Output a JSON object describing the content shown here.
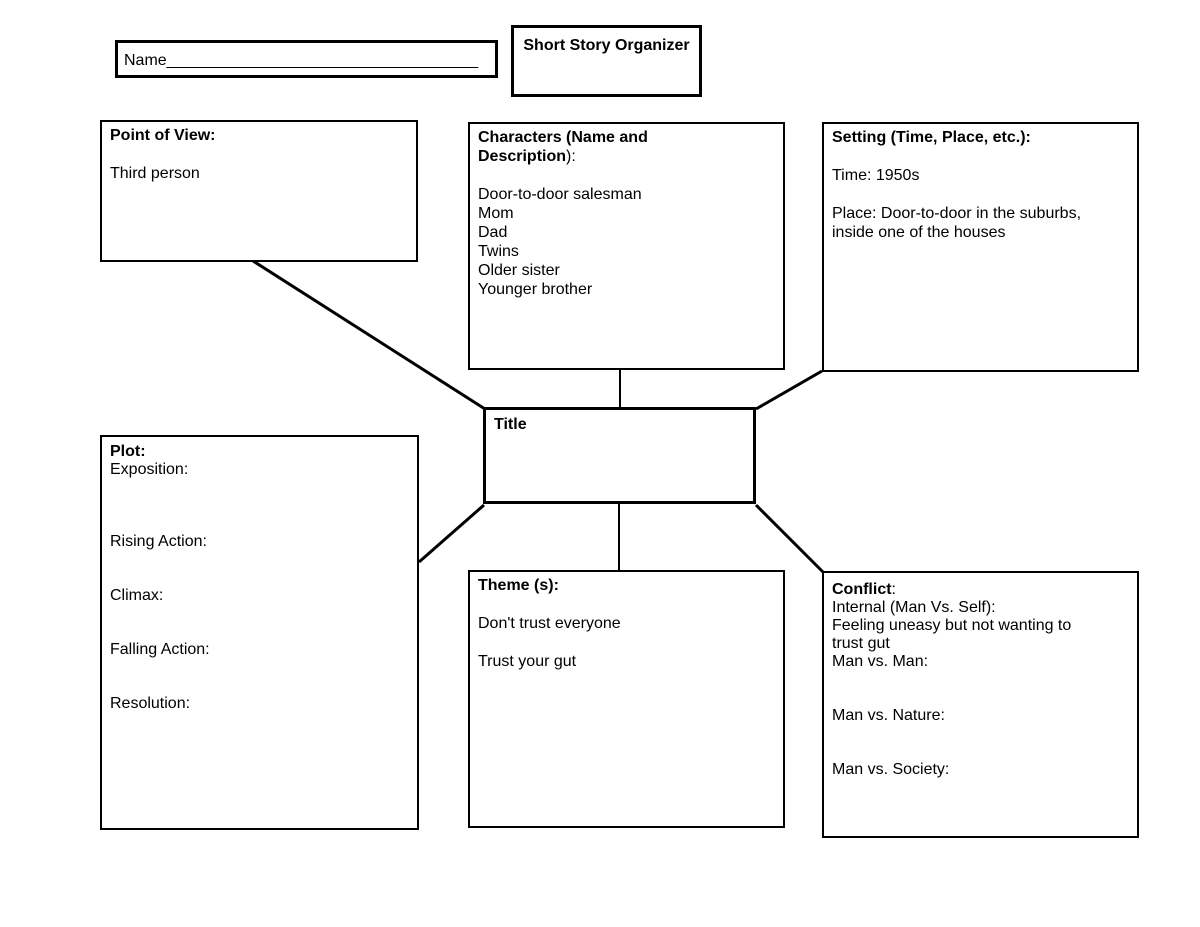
{
  "header": {
    "name_field": "Name___________________________________",
    "organizer_title": "Short Story Organizer"
  },
  "point_of_view": {
    "heading": "Point of View:",
    "value": "Third person"
  },
  "characters": {
    "heading_bold": "Characters (Name and\nDescription",
    "heading_suffix": "):",
    "items": [
      "Door-to-door salesman",
      "Mom",
      "Dad",
      "Twins",
      "Older sister",
      "Younger brother"
    ]
  },
  "setting": {
    "heading": "Setting (Time, Place, etc.):",
    "time": "Time: 1950s",
    "place": "Place: Door-to-door in the suburbs,\ninside one of the houses"
  },
  "title_box": {
    "label": "Title"
  },
  "plot": {
    "heading": "Plot:",
    "fields": [
      "Exposition:",
      "Rising Action:",
      "Climax:",
      "Falling Action:",
      "Resolution:"
    ]
  },
  "theme": {
    "heading": "Theme (s):",
    "items": [
      "Don't trust everyone",
      "Trust your gut"
    ]
  },
  "conflict": {
    "heading_bold": "Conflict",
    "heading_suffix": ":",
    "lines": [
      "Internal (Man Vs. Self):",
      "Feeling uneasy but not wanting to\ntrust gut",
      "Man vs. Man:",
      "Man vs. Nature:",
      "Man vs. Society:"
    ]
  },
  "colors": {
    "ink": "#000000",
    "paper": "#ffffff"
  }
}
